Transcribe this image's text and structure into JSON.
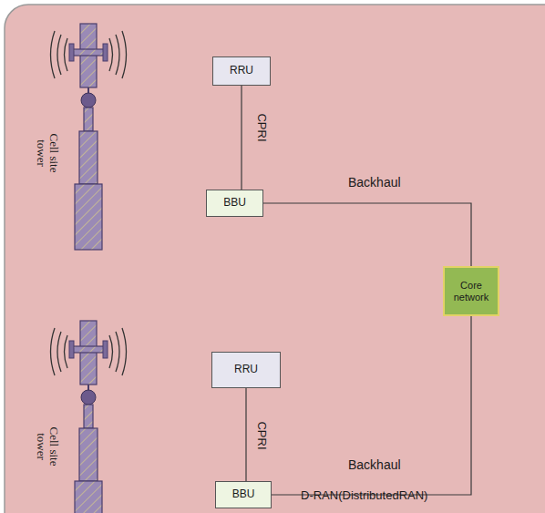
{
  "diagram": {
    "nodes": [
      {
        "text": [
          "RRU"
        ]
      },
      {
        "text": [
          "BBU"
        ]
      },
      {
        "text": [
          "Core network"
        ]
      },
      {
        "text": [
          "RRU"
        ]
      },
      {
        "text": [
          "BBU"
        ]
      }
    ],
    "edges": [
      {
        "from": 0,
        "to": 1,
        "arrow": "none",
        "label": "CPRI"
      },
      {
        "from": 1,
        "to": 2,
        "arrow": "none",
        "label": "Backhaul"
      },
      {
        "from": 3,
        "to": 4,
        "arrow": "none",
        "label": "CPRI"
      },
      {
        "from": 4,
        "to": 2,
        "arrow": "none",
        "label": "Backhaul"
      }
    ],
    "labels": [
      "Cell site tower",
      "Cell site tower",
      "D-RAN(DistributedRAN)"
    ]
  }
}
